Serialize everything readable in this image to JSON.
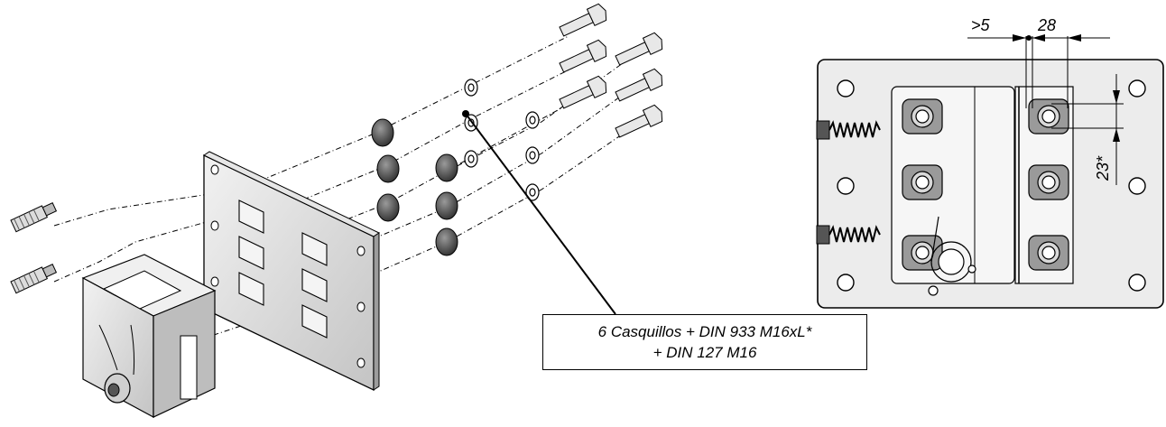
{
  "callout": {
    "line1": "6 Casquillos + DIN 933 M16xL*",
    "line2": "+ DIN 127 M16"
  },
  "dimensions": {
    "gap": ">5",
    "width": "28",
    "height": "23*"
  },
  "colors": {
    "line": "#000000",
    "metal_light": "#d9d9d9",
    "metal_mid": "#a8a8a8",
    "metal_dark": "#4a4a4a"
  }
}
